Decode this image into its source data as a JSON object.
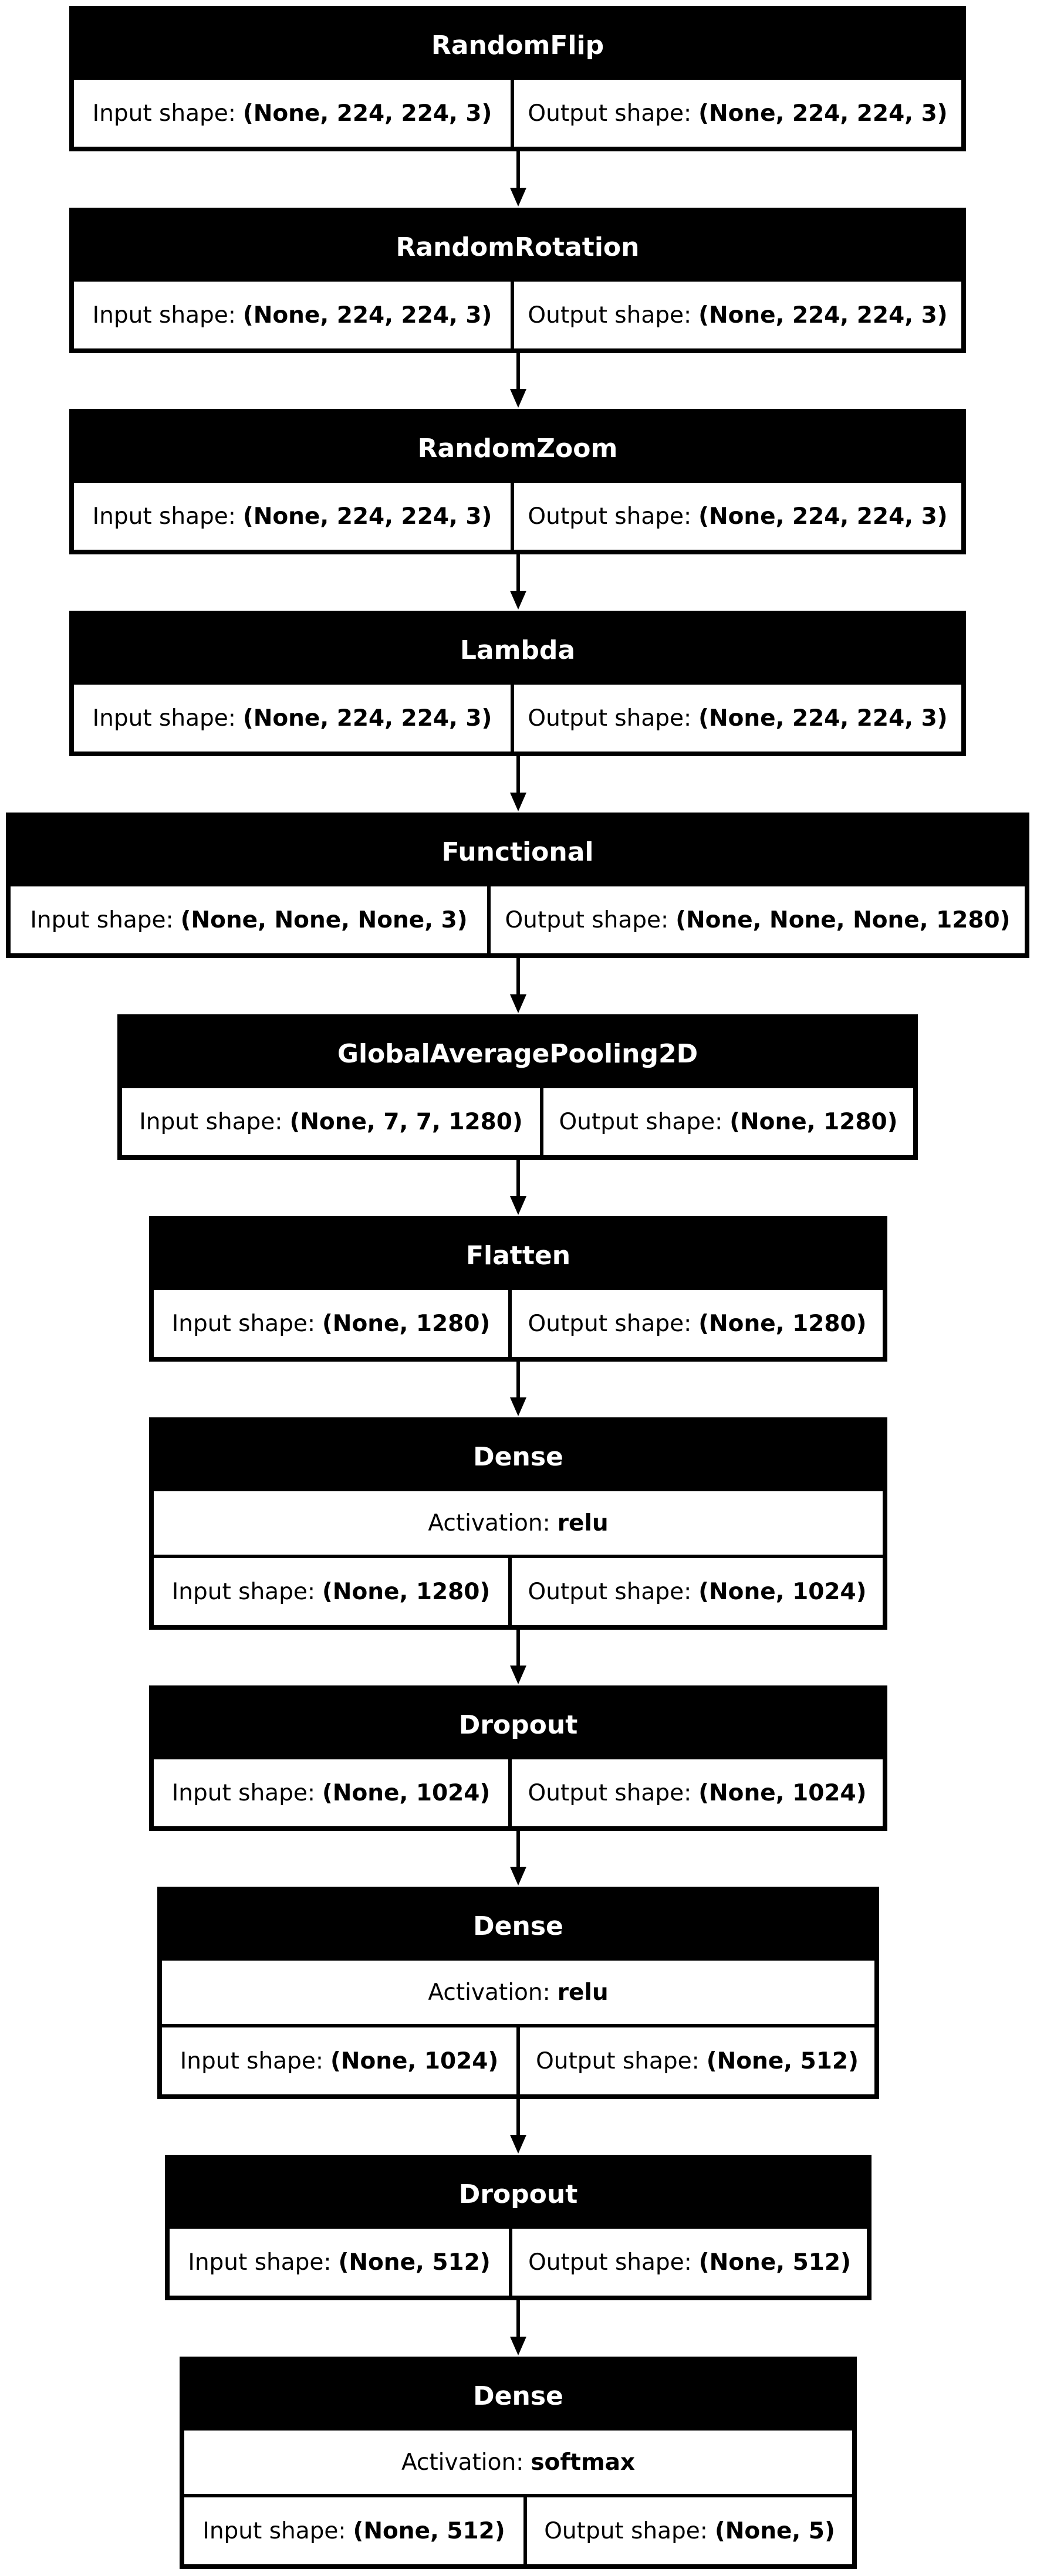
{
  "labels": {
    "input_shape": "Input shape:",
    "output_shape": "Output shape:",
    "activation": "Activation:"
  },
  "layers": [
    {
      "name": "RandomFlip",
      "input": "(None, 224, 224, 3)",
      "output": "(None, 224, 224, 3)"
    },
    {
      "name": "RandomRotation",
      "input": "(None, 224, 224, 3)",
      "output": "(None, 224, 224, 3)"
    },
    {
      "name": "RandomZoom",
      "input": "(None, 224, 224, 3)",
      "output": "(None, 224, 224, 3)"
    },
    {
      "name": "Lambda",
      "input": "(None, 224, 224, 3)",
      "output": "(None, 224, 224, 3)"
    },
    {
      "name": "Functional",
      "input": "(None, None, None, 3)",
      "output": "(None, None, None, 1280)"
    },
    {
      "name": "GlobalAveragePooling2D",
      "input": "(None, 7, 7, 1280)",
      "output": "(None, 1280)"
    },
    {
      "name": "Flatten",
      "input": "(None, 1280)",
      "output": "(None, 1280)"
    },
    {
      "name": "Dense",
      "activation": "relu",
      "input": "(None, 1280)",
      "output": "(None, 1024)"
    },
    {
      "name": "Dropout",
      "input": "(None, 1024)",
      "output": "(None, 1024)"
    },
    {
      "name": "Dense",
      "activation": "relu",
      "input": "(None, 1024)",
      "output": "(None, 512)"
    },
    {
      "name": "Dropout",
      "input": "(None, 512)",
      "output": "(None, 512)"
    },
    {
      "name": "Dense",
      "activation": "softmax",
      "input": "(None, 512)",
      "output": "(None, 5)"
    }
  ]
}
